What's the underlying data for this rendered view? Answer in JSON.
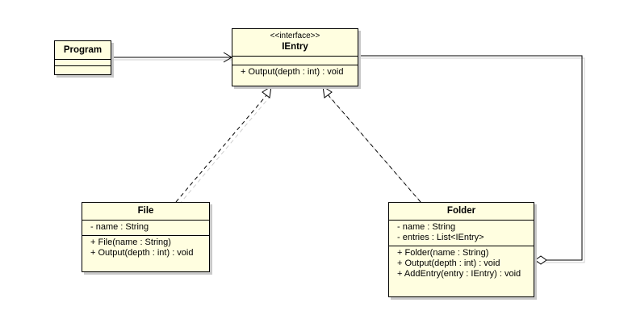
{
  "classes": {
    "program": {
      "name": "Program"
    },
    "ientry": {
      "stereotype": "<<interface>>",
      "name": "IEntry",
      "operations": [
        "+ Output(depth : int) : void"
      ]
    },
    "file": {
      "name": "File",
      "attributes": [
        "- name : String"
      ],
      "operations": [
        "+ File(name : String)",
        "+ Output(depth : int) : void"
      ]
    },
    "folder": {
      "name": "Folder",
      "attributes": [
        "- name : String",
        "- entries : List<IEntry>"
      ],
      "operations": [
        "+ Folder(name : String)",
        "+ Output(depth : int) : void",
        "+ AddEntry(entry : IEntry) : void"
      ]
    }
  },
  "colors": {
    "class_fill": "#fffee0",
    "line": "#000000",
    "shadow": "#c9c9c9"
  }
}
